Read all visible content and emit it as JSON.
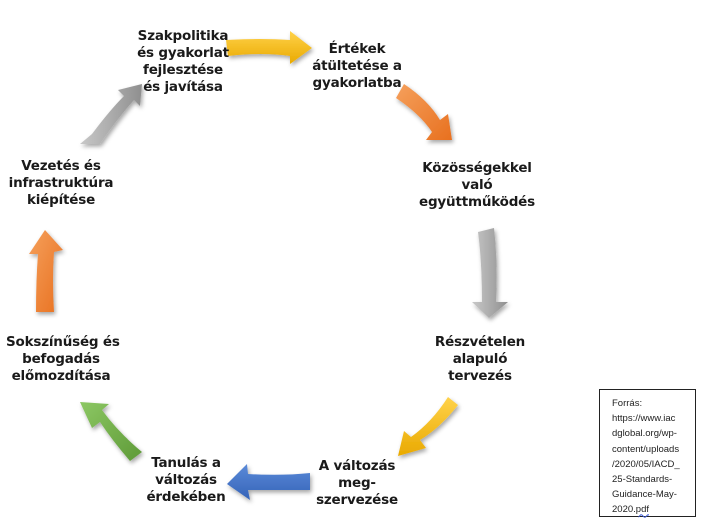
{
  "diagram": {
    "type": "cycle",
    "steps": [
      {
        "id": "szakpolitika",
        "lines": [
          "Szakpolitika",
          "és gyakorlat",
          "fejlesztése",
          "és javítása"
        ]
      },
      {
        "id": "ertekek",
        "lines": [
          "Értékek",
          "átültetése a",
          "gyakorlatba"
        ]
      },
      {
        "id": "kozossegek",
        "lines": [
          "Közösségekkel",
          "való",
          "együttműködés"
        ]
      },
      {
        "id": "reszvetel",
        "lines": [
          "Részvételen",
          "alapuló",
          "tervezés"
        ]
      },
      {
        "id": "valtozas",
        "lines": [
          "A változás",
          "meg-",
          "szervezése"
        ]
      },
      {
        "id": "tanulas",
        "lines": [
          "Tanulás a",
          "változás",
          "érdekében"
        ]
      },
      {
        "id": "sokszinuseg",
        "lines": [
          "Sokszínűség és",
          "befogadás",
          "előmozdítása"
        ]
      },
      {
        "id": "vezetes",
        "lines": [
          "Vezetés és",
          "infrastruktúra",
          "kiépítése"
        ]
      }
    ],
    "arrows": [
      {
        "from": "szakpolitika",
        "to": "ertekek",
        "color": "#f5b800"
      },
      {
        "from": "ertekek",
        "to": "kozossegek",
        "color": "#ed7d31"
      },
      {
        "from": "kozossegek",
        "to": "reszvetel",
        "color": "#a5a5a5"
      },
      {
        "from": "reszvetel",
        "to": "valtozas",
        "color": "#f5b800"
      },
      {
        "from": "valtozas",
        "to": "tanulas",
        "color": "#4472c4"
      },
      {
        "from": "tanulas",
        "to": "sokszinuseg",
        "color": "#70ad47"
      },
      {
        "from": "sokszinuseg",
        "to": "vezetes",
        "color": "#ed7d31"
      },
      {
        "from": "vezetes",
        "to": "szakpolitika",
        "color": "#a5a5a5"
      }
    ]
  },
  "source": {
    "lines": [
      "Forrás:",
      "https://www.iac",
      "dglobal.org/wp-",
      "content/uploads",
      "/2020/05/IACD_",
      "25-Standards-",
      "Guidance-May-"
    ],
    "last_line_prefix": "2020.",
    "last_line_flagged": "pdf"
  }
}
